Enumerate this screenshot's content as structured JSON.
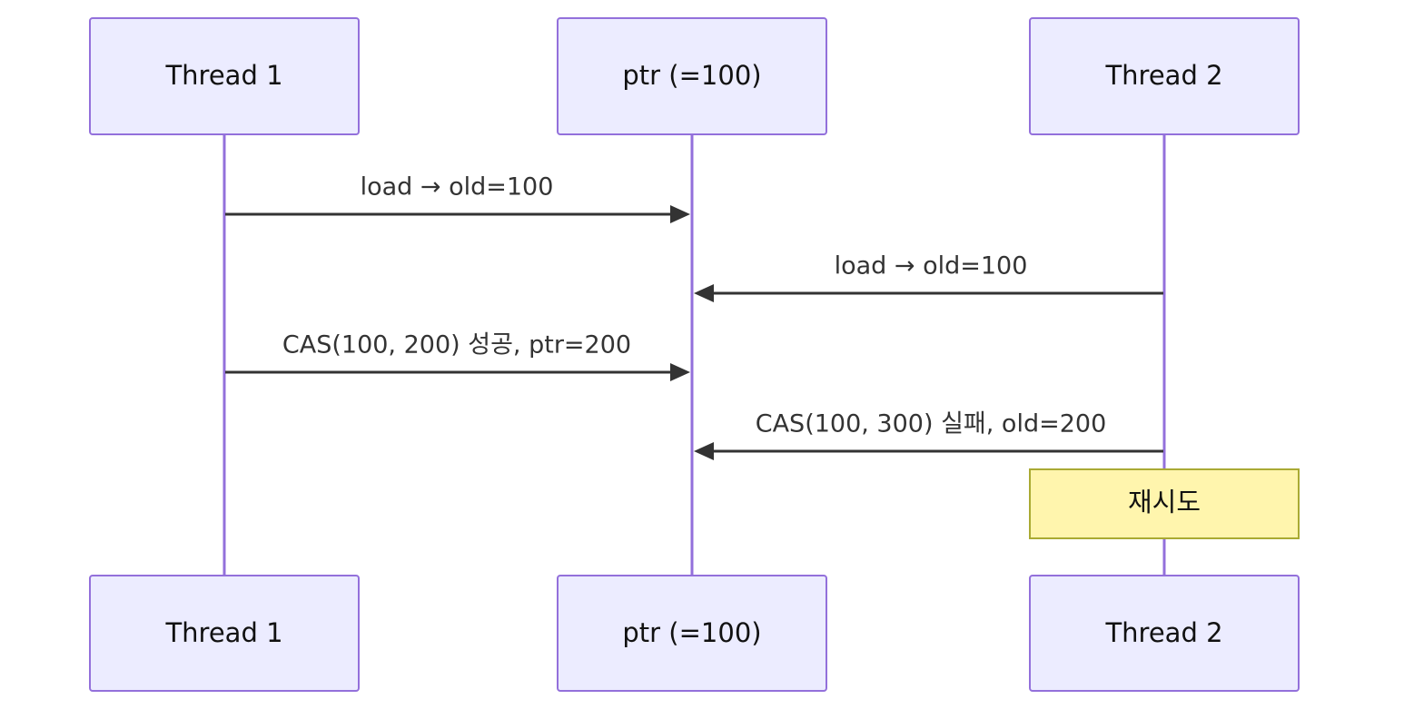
{
  "participants": [
    {
      "id": "t1",
      "label": "Thread 1"
    },
    {
      "id": "ptr",
      "label": "ptr (=100)"
    },
    {
      "id": "t2",
      "label": "Thread 2"
    }
  ],
  "messages": [
    {
      "from": "t1",
      "to": "ptr",
      "label": "load → old=100"
    },
    {
      "from": "t2",
      "to": "ptr",
      "label": "load → old=100"
    },
    {
      "from": "t1",
      "to": "ptr",
      "label": "CAS(100, 200) 성공, ptr=200"
    },
    {
      "from": "t2",
      "to": "ptr",
      "label": "CAS(100, 300) 실패, old=200"
    }
  ],
  "note": {
    "over": "t2",
    "label": "재시도"
  },
  "colors": {
    "actor_fill": "#ececff",
    "actor_border": "#9370db",
    "lifeline": "#9370db",
    "message_line": "#333333",
    "note_fill": "#fff5ad",
    "note_border": "#aaaa33"
  }
}
